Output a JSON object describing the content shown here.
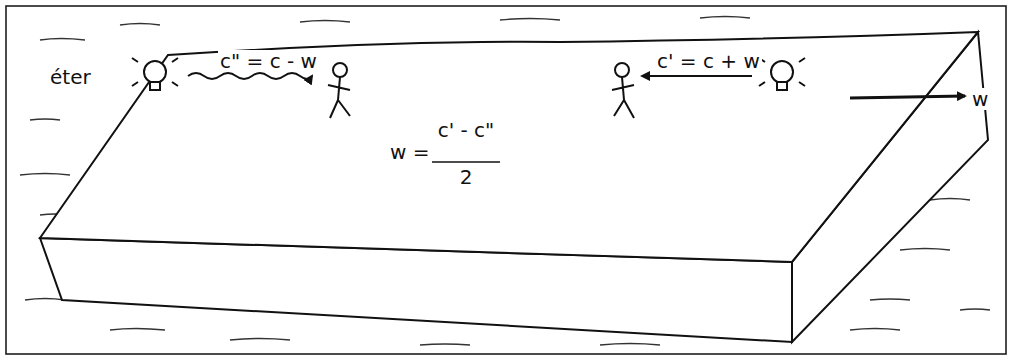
{
  "diagram": {
    "labels": [
      "éter",
      "c\" = c - w",
      "c' = c + w",
      "w =",
      "c' - c\"",
      "2",
      "w"
    ]
  }
}
